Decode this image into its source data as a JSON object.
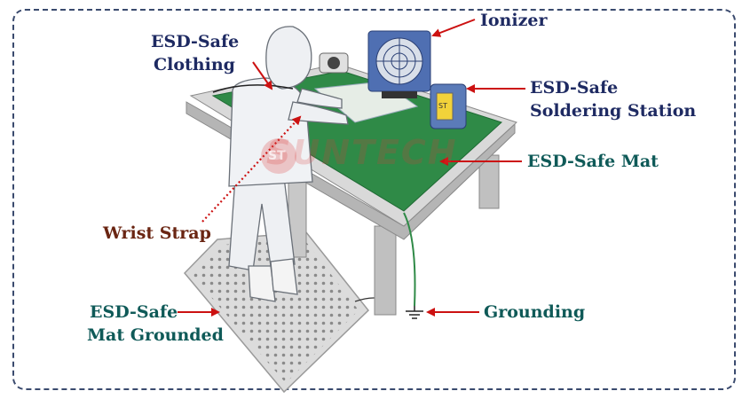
{
  "labels": {
    "ionizer": "Ionizer",
    "clothing_line1": "ESD-Safe",
    "clothing_line2": "Clothing",
    "soldering_line1": "ESD-Safe",
    "soldering_line2": "Soldering Station",
    "mat": "ESD-Safe Mat",
    "wrist_strap": "Wrist Strap",
    "floor_mat_line1": "ESD-Safe",
    "floor_mat_line2": "Mat Grounded",
    "grounding": "Grounding"
  },
  "watermark": "SUNTECH",
  "watermark_logo": "ST",
  "colors": {
    "frame": "#3a4a6e",
    "arrow": "#cc1111",
    "label_navy": "#1e2a62",
    "label_teal": "#0f5a58",
    "label_brown": "#6a2512",
    "table_mat": "#2f8a47",
    "table_wood": "#bcbcbc"
  }
}
